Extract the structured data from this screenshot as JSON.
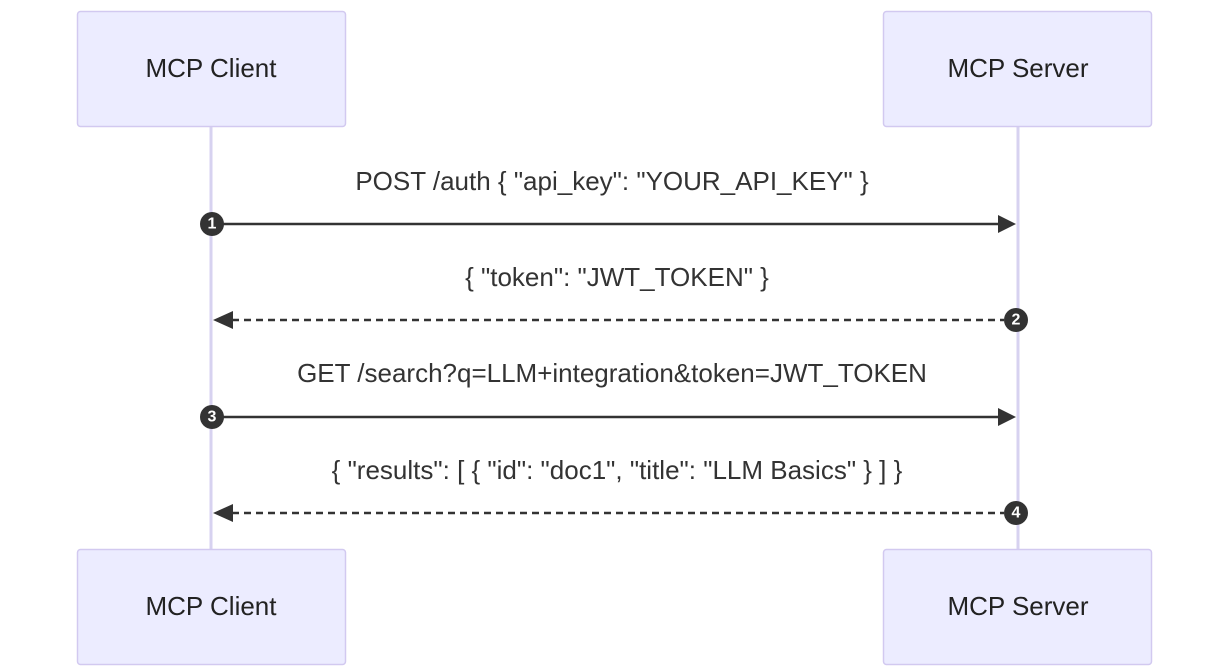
{
  "participants": [
    {
      "id": "client",
      "label": "MCP Client"
    },
    {
      "id": "server",
      "label": "MCP Server"
    }
  ],
  "messages": [
    {
      "number": "1",
      "from": "client",
      "to": "server",
      "style": "solid",
      "text": "POST /auth { \"api_key\": \"YOUR_API_KEY\" }"
    },
    {
      "number": "2",
      "from": "server",
      "to": "client",
      "style": "dashed",
      "text": "{ \"token\": \"JWT_TOKEN\" }"
    },
    {
      "number": "3",
      "from": "client",
      "to": "server",
      "style": "solid",
      "text": "GET /search?q=LLM+integration&token=JWT_TOKEN"
    },
    {
      "number": "4",
      "from": "server",
      "to": "client",
      "style": "dashed",
      "text": "{ \"results\": [ { \"id\": \"doc1\", \"title\": \"LLM Basics\" } ] }"
    }
  ],
  "colors": {
    "actor_fill": "#ececff",
    "actor_border": "#d2c9f0",
    "lifeline": "#d7d2f0",
    "arrow": "#333333",
    "text": "#333333"
  }
}
